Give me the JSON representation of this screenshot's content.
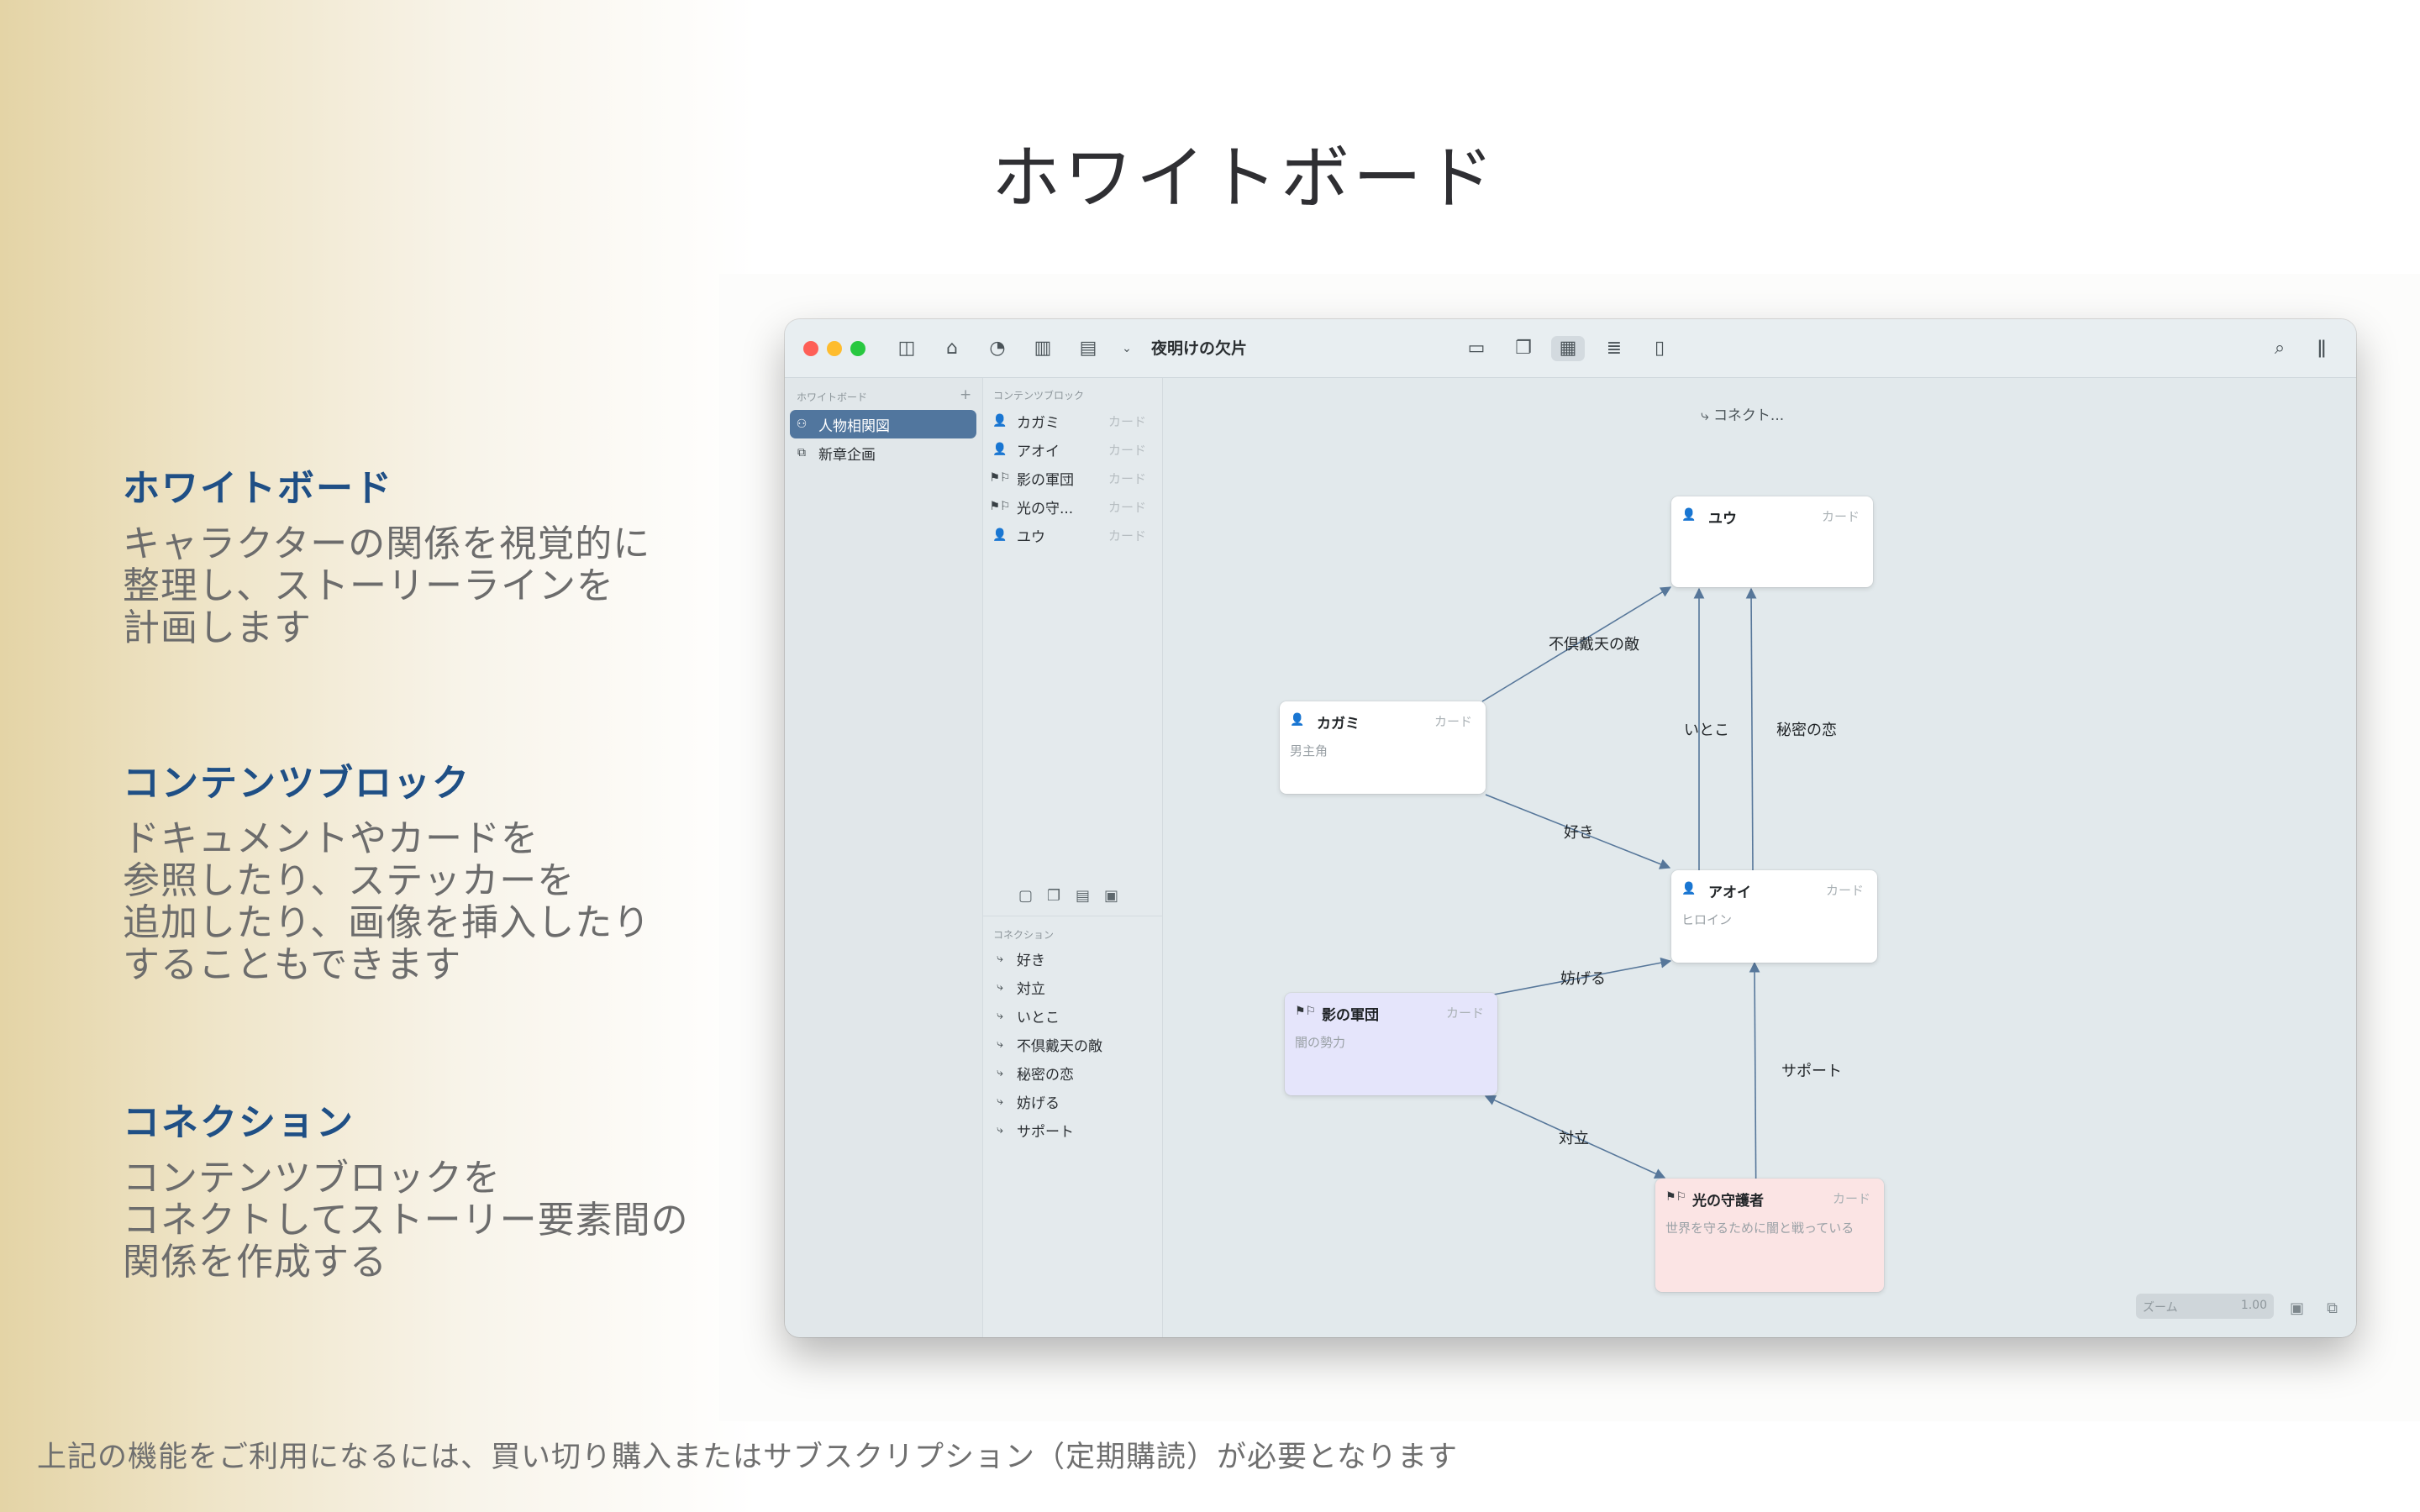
{
  "hero": {
    "title": "ホワイトボード"
  },
  "features": [
    {
      "heading": "ホワイトボード",
      "body": "キャラクターの関係を視覚的に\n整理し、ストーリーラインを\n計画します"
    },
    {
      "heading": "コンテンツブロック",
      "body": "ドキュメントやカードを\n参照したり、ステッカーを\n追加したり、画像を挿入したり\nすることもできます"
    },
    {
      "heading": "コネクション",
      "body": "コンテンツブロックを\nコネクトしてストーリー要素間の\n関係を作成する"
    }
  ],
  "footnote": "上記の機能をご利用になるには、買い切り購入またはサブスクリプション（定期購読）が必要となります",
  "window": {
    "title": "夜明けの欠片",
    "whiteboard_section": "ホワイトボード",
    "add_symbol": "+",
    "whiteboards": [
      {
        "label": "人物相関図",
        "icon": "people-icon"
      },
      {
        "label": "新章企画",
        "icon": "board-icon"
      }
    ],
    "content_blocks_section": "コンテンツブロック",
    "content_blocks": [
      {
        "label": "カガミ",
        "kind": "カード",
        "icon": "person-icon"
      },
      {
        "label": "アオイ",
        "kind": "カード",
        "icon": "person-icon"
      },
      {
        "label": "影の軍団",
        "kind": "カード",
        "icon": "flags-icon"
      },
      {
        "label": "光の守...",
        "kind": "カード",
        "icon": "flags-icon"
      },
      {
        "label": "ユウ",
        "kind": "カード",
        "icon": "person-icon"
      }
    ],
    "connections_section": "コネクション",
    "connections": [
      "好き",
      "対立",
      "いとこ",
      "不倶戴天の敵",
      "秘密の恋",
      "妨げる",
      "サポート"
    ],
    "connect_hint": "コネクト...",
    "zoom_label": "ズーム",
    "zoom_value": "1.00"
  },
  "board": {
    "cards": {
      "yu": {
        "title": "ユウ",
        "kind": "カード",
        "subtitle": ""
      },
      "kagami": {
        "title": "カガミ",
        "kind": "カード",
        "subtitle": "男主角"
      },
      "aoi": {
        "title": "アオイ",
        "kind": "カード",
        "subtitle": "ヒロイン"
      },
      "kage": {
        "title": "影の軍団",
        "kind": "カード",
        "subtitle": "闇の勢力"
      },
      "hikari": {
        "title": "光の守護者",
        "kind": "カード",
        "subtitle": "世界を守るために闇と戦っている"
      }
    },
    "edges": {
      "enemy": "不倶戴天の敵",
      "cousin": "いとこ",
      "secret": "秘密の恋",
      "like": "好き",
      "obstruct": "妨げる",
      "support": "サポート",
      "oppose": "対立"
    },
    "colors": {
      "kage_card": "#e5e5fb",
      "hikari_card": "#fbe4e4",
      "edge": "#57779a",
      "selection": "#51769e"
    }
  }
}
